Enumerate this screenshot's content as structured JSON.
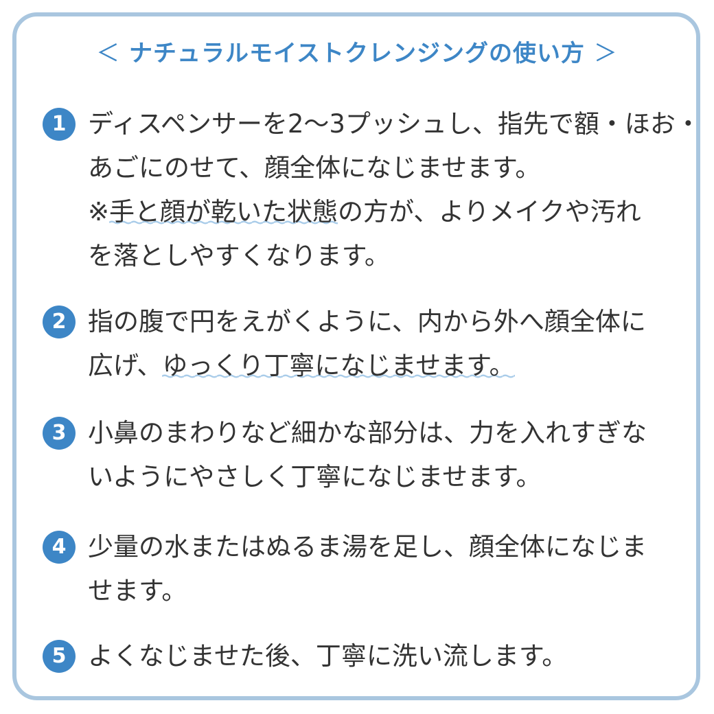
{
  "title": {
    "open": "＜",
    "text": "ナチュラルモイストクレンジングの使い方",
    "close": "＞"
  },
  "steps": [
    {
      "number": "1",
      "line1": "ディスペンサーを2〜3プッシュし、指先で額・ほお・",
      "line2": "あごにのせて、顔全体になじませます。",
      "line3_prefix": "※",
      "line3_underlined": "手と顔が乾いた状態",
      "line3_suffix": "の方が、よりメイクや汚れ",
      "line4": "を落としやすくなります。"
    },
    {
      "number": "2",
      "line1": "指の腹で円をえがくように、内から外へ顔全体に",
      "line2_prefix": "広げ、",
      "line2_underlined": "ゆっくり丁寧になじませます。"
    },
    {
      "number": "3",
      "line1": "小鼻のまわりなど細かな部分は、力を入れすぎな",
      "line2": "いようにやさしく丁寧になじませます。"
    },
    {
      "number": "4",
      "line1": "少量の水またはぬるま湯を足し、顔全体になじま",
      "line2": "せます。"
    },
    {
      "number": "5",
      "line1": "よくなじませた後、丁寧に洗い流します。"
    }
  ]
}
